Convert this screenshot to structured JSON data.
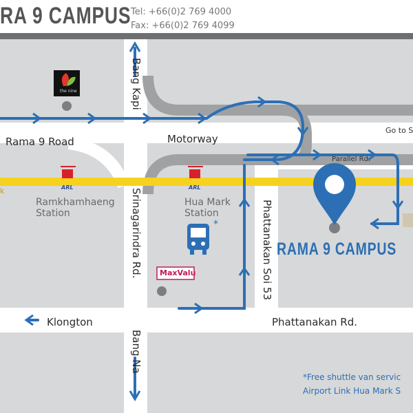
{
  "header": {
    "title": "RA 9 CAMPUS",
    "tel": "Tel:  +66(0)2 769 4000",
    "fax": "Fax: +66(0)2 769 4099"
  },
  "roads": {
    "rama9": "Rama 9 Road",
    "motorway": "Motorway",
    "go_to": "Go to S",
    "parallel": "Parallel Rd.",
    "bang_kapi": "Bang Kapi",
    "srinagarindra": "Srinagarindra Rd.",
    "phattanakan_soi": "Phattanakan Soi 53",
    "klongton": "Klongton",
    "phattanakan_rd": "Phattanakan Rd.",
    "bang_na": "Bang Na"
  },
  "rail": {
    "left_fragment": "k",
    "arl_label": "ARL"
  },
  "stations": {
    "ramkhamhaeng": [
      "Ramkhamhaeng",
      "Station"
    ],
    "hua_mark": [
      "Hua Mark",
      "Station"
    ]
  },
  "landmarks": {
    "the_nine": "the nine",
    "maxvalu": "MaxValu",
    "shuttle_asterisk": "*"
  },
  "campus": {
    "name": "RAMA 9 CAMPUS"
  },
  "note": {
    "line1": "*Free shuttle van servic",
    "line2": "Airport Link Hua Mark S"
  },
  "colors": {
    "background": "#d7d8d9",
    "road": "#ffffff",
    "rail": "#f5d21f",
    "route": "#2c6fb5",
    "motorway": "#9fa1a3",
    "arl_red": "#d8202a",
    "arl_blue": "#2b4c9b"
  },
  "icons": {
    "pin": "location-pin-icon",
    "bus": "bus-icon",
    "arl": "train-icon"
  }
}
